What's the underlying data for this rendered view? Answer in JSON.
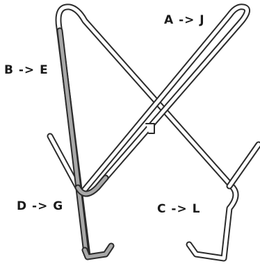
{
  "diagram": {
    "labels": {
      "a_j": "A -> J",
      "b_e": "B -> E",
      "c_l": "C -> L",
      "d_g": "D -> G"
    },
    "colors": {
      "outline": "#2b2b2b",
      "tube_fill": "#ffffff",
      "highlight_fill": "#a8a8a8"
    }
  }
}
